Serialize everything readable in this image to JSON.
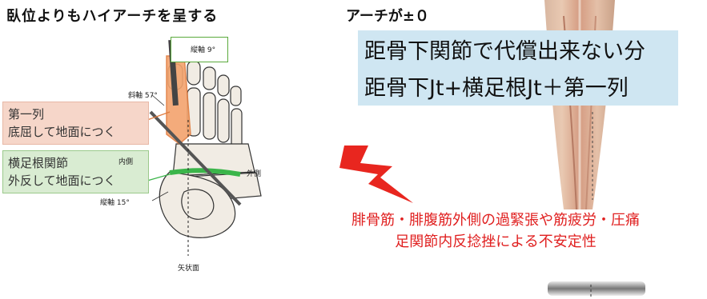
{
  "titles": {
    "left": "臥位よりもハイアーチを呈する",
    "right": "アーチが±０"
  },
  "blue_box": {
    "line1": "距骨下関節で代償出来ない分",
    "line2": "距骨下Jt+横足根Jt＋第一列"
  },
  "pink_box": {
    "line1": "第一列",
    "line2": "底屈して地面につく"
  },
  "green_box": {
    "line1": "横足根関節",
    "tag": "内側",
    "line2": "外反して地面につく"
  },
  "foot_labels": {
    "vertical_9": "縦軸 9°",
    "oblique_57": "斜軸 57°",
    "vertical_15": "縦軸 15°",
    "lateral": "外側",
    "sagittal": "矢状面"
  },
  "red_text": {
    "line1": "腓骨筋・腓腹筋外側の過緊張や筋疲労・圧痛",
    "line2": "足関節内反捻挫による不安定性"
  },
  "colors": {
    "pink_box": "#f6d6c9",
    "green_box": "#d9ecd2",
    "blue_box": "#cfe6f2",
    "lightning": "#e8261f",
    "red_text": "#e02020"
  }
}
